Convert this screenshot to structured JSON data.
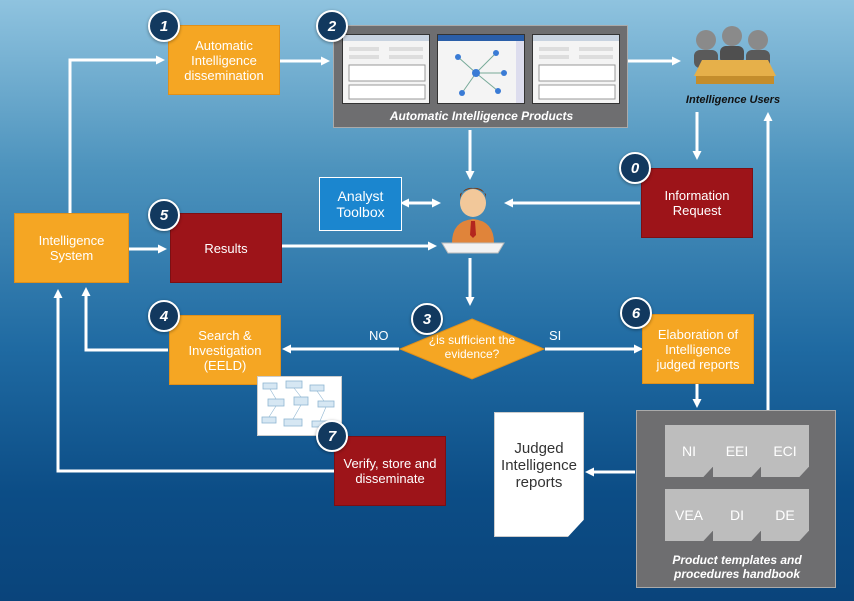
{
  "steps": {
    "s0": {
      "number": "0",
      "label": "Information Request"
    },
    "s1": {
      "number": "1",
      "label": "Automatic Intelligence dissemination"
    },
    "s2": {
      "number": "2",
      "label": "Automatic Intelligence Products"
    },
    "s3": {
      "number": "3",
      "label": "¿is sufficient the evidence?"
    },
    "s4": {
      "number": "4",
      "label": "Search & Investigation (EELD)"
    },
    "s5": {
      "number": "5",
      "label": "Results"
    },
    "s6": {
      "number": "6",
      "label": "Elaboration of Intelligence judged reports"
    },
    "s7": {
      "number": "7",
      "label": "Verify, store and disseminate"
    }
  },
  "intelligence_system": "Intelligence System",
  "analyst_toolbox": "Analyst Toolbox",
  "intelligence_users": "Intelligence Users",
  "decision_no": "NO",
  "decision_si": "SI",
  "judged_reports": "Judged Intelligence reports",
  "templates": {
    "caption": "Product templates and procedures handbook",
    "items": [
      "NI",
      "EEI",
      "ECI",
      "VEA",
      "DI",
      "DE"
    ]
  },
  "colors": {
    "orange": "#f5a623",
    "red": "#9d1419",
    "blue": "#1b86cf",
    "panel": "#6e6e70"
  }
}
